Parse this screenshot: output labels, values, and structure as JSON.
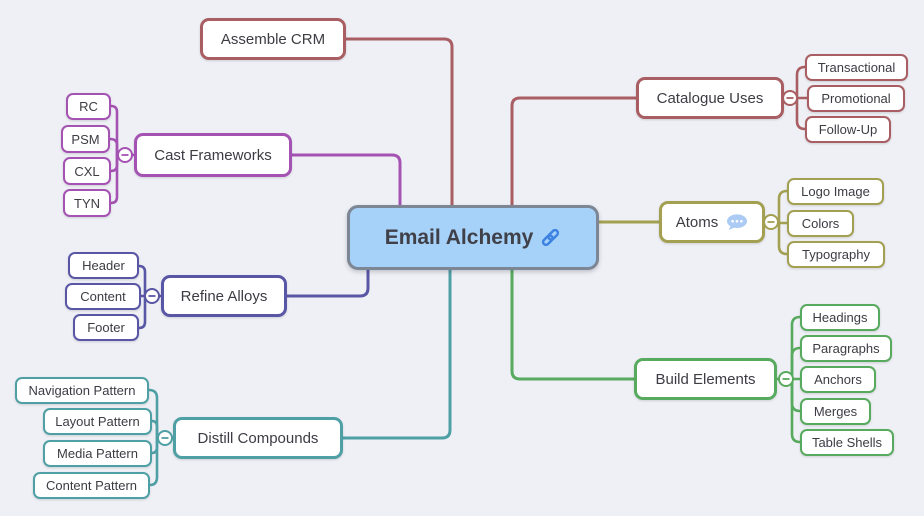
{
  "canvas": {
    "background": "#eef0f5",
    "text_color": "#3c3c43"
  },
  "center": {
    "label": "Email Alchemy",
    "fill": "#a6d1f8",
    "border": "#7c8694",
    "link_icon": "link-icon",
    "link_icon_color": "#3c82e2"
  },
  "branches": {
    "assemble_crm": {
      "label": "Assemble CRM",
      "color": "#a85e62",
      "children": []
    },
    "cast_frameworks": {
      "label": "Cast Frameworks",
      "color": "#a553b3",
      "children": [
        "RC",
        "PSM",
        "CXL",
        "TYN"
      ]
    },
    "refine_alloys": {
      "label": "Refine Alloys",
      "color": "#5956a5",
      "children": [
        "Header",
        "Content",
        "Footer"
      ]
    },
    "distill_compounds": {
      "label": "Distill Compounds",
      "color": "#4fa0a5",
      "children": [
        "Navigation Pattern",
        "Layout Pattern",
        "Media Pattern",
        "Content Pattern"
      ]
    },
    "catalogue_uses": {
      "label": "Catalogue Uses",
      "color": "#a85e62",
      "children": [
        "Transactional",
        "Promotional",
        "Follow-Up"
      ]
    },
    "atoms": {
      "label": "Atoms",
      "color": "#a4a051",
      "comment_icon": "comment-bubble-icon",
      "comment_icon_color": "#abcbf4",
      "children": [
        "Logo Image",
        "Colors",
        "Typography"
      ]
    },
    "build_elements": {
      "label": "Build Elements",
      "color": "#58aa5e",
      "children": [
        "Headings",
        "Paragraphs",
        "Anchors",
        "Merges",
        "Table Shells"
      ]
    }
  }
}
